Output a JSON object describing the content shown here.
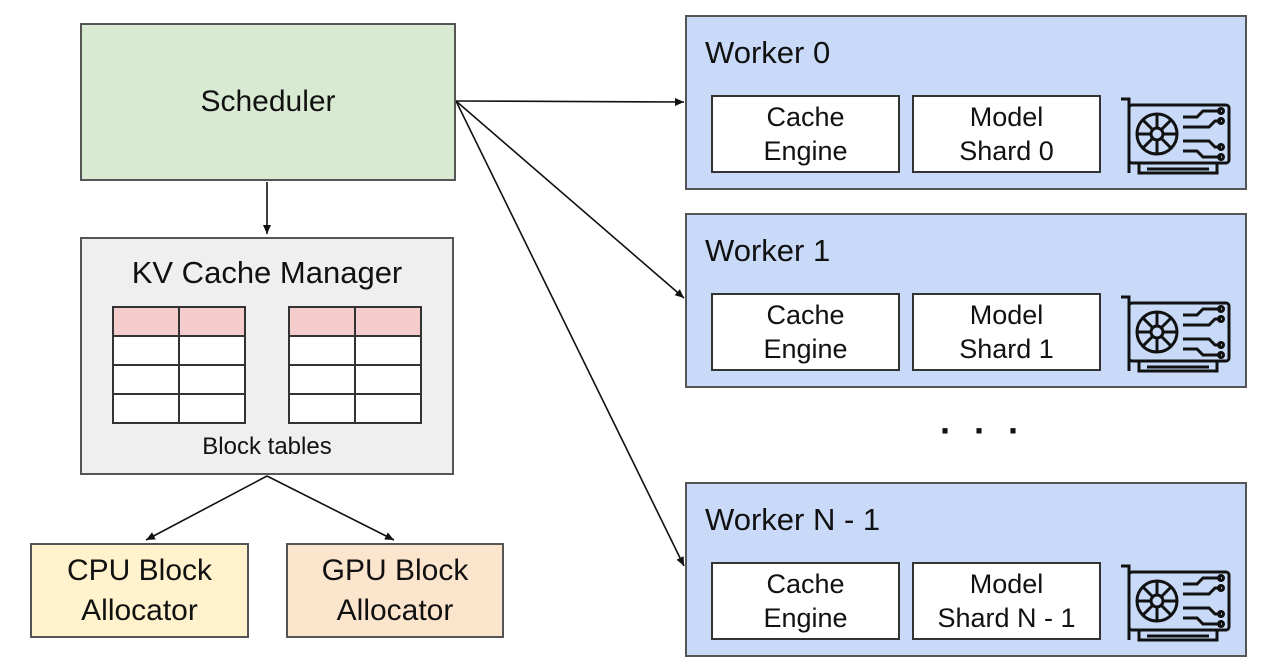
{
  "scheduler": {
    "label": "Scheduler"
  },
  "kv_cache_manager": {
    "title": "KV Cache Manager",
    "caption": "Block tables"
  },
  "allocators": {
    "cpu": {
      "line1": "CPU Block",
      "line2": "Allocator"
    },
    "gpu": {
      "line1": "GPU Block",
      "line2": "Allocator"
    }
  },
  "workers": [
    {
      "title": "Worker 0",
      "cache_line1": "Cache",
      "cache_line2": "Engine",
      "model_line1": "Model",
      "model_line2": "Shard 0",
      "icon": "gpu-card-icon"
    },
    {
      "title": "Worker 1",
      "cache_line1": "Cache",
      "cache_line2": "Engine",
      "model_line1": "Model",
      "model_line2": "Shard 1",
      "icon": "gpu-card-icon"
    },
    {
      "title": "Worker N - 1",
      "cache_line1": "Cache",
      "cache_line2": "Engine",
      "model_line1": "Model",
      "model_line2": "Shard N - 1",
      "icon": "gpu-card-icon"
    }
  ],
  "ellipsis": "· · ·",
  "colors": {
    "scheduler": "#d9ead3",
    "kv_cache_manager": "#efefef",
    "block_table_header": "#f4cccc",
    "cpu_allocator": "#fff2cc",
    "gpu_allocator": "#fce5cd",
    "worker": "#c9daf8"
  }
}
